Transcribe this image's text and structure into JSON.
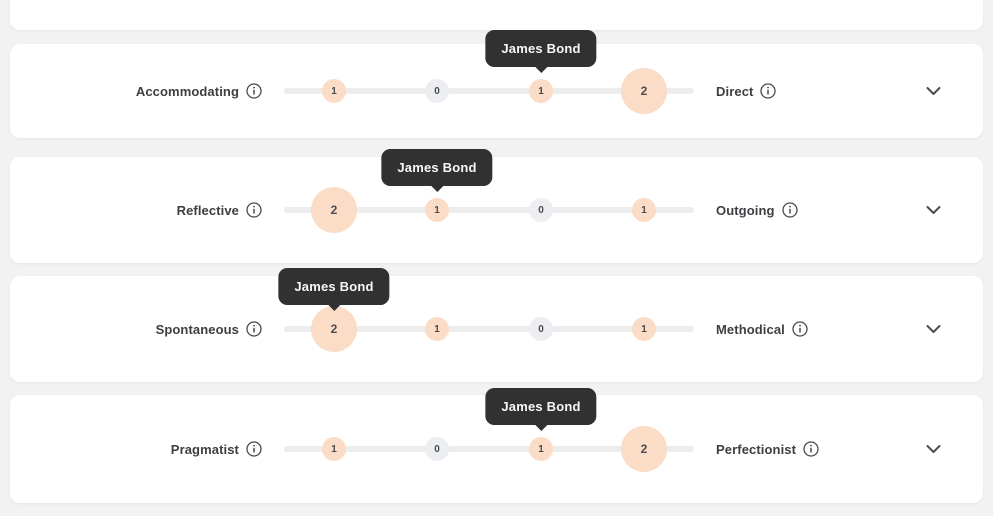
{
  "person_label": "James Bond",
  "icons": {
    "info": "info-icon",
    "chevron": "chevron-down-icon"
  },
  "colors": {
    "accent_peach": "#FBDCC6",
    "neutral_bubble": "#ECEEF2",
    "tooltip_bg": "#313131",
    "card_bg": "#FFFFFF",
    "page_bg": "#F2F2F2"
  },
  "rows": [
    {
      "left_label": "Accommodating",
      "right_label": "Direct",
      "stops": [
        {
          "value": "1",
          "color": "peach",
          "size": "small"
        },
        {
          "value": "0",
          "color": "neutral",
          "size": "small"
        },
        {
          "value": "1",
          "color": "peach",
          "size": "small",
          "tooltip": true
        },
        {
          "value": "2",
          "color": "peach",
          "size": "large"
        }
      ]
    },
    {
      "left_label": "Reflective",
      "right_label": "Outgoing",
      "stops": [
        {
          "value": "2",
          "color": "peach",
          "size": "large"
        },
        {
          "value": "1",
          "color": "peach",
          "size": "small",
          "tooltip": true
        },
        {
          "value": "0",
          "color": "neutral",
          "size": "small"
        },
        {
          "value": "1",
          "color": "peach",
          "size": "small"
        }
      ]
    },
    {
      "left_label": "Spontaneous",
      "right_label": "Methodical",
      "stops": [
        {
          "value": "2",
          "color": "peach",
          "size": "large",
          "tooltip": true
        },
        {
          "value": "1",
          "color": "peach",
          "size": "small"
        },
        {
          "value": "0",
          "color": "neutral",
          "size": "small"
        },
        {
          "value": "1",
          "color": "peach",
          "size": "small"
        }
      ]
    },
    {
      "left_label": "Pragmatist",
      "right_label": "Perfectionist",
      "stops": [
        {
          "value": "1",
          "color": "peach",
          "size": "small"
        },
        {
          "value": "0",
          "color": "neutral",
          "size": "small"
        },
        {
          "value": "1",
          "color": "peach",
          "size": "small",
          "tooltip": true
        },
        {
          "value": "2",
          "color": "peach",
          "size": "large"
        }
      ]
    }
  ]
}
